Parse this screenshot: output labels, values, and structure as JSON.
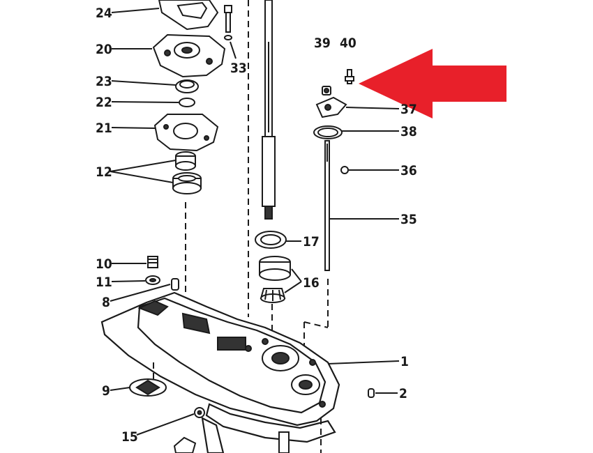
{
  "diagram": {
    "callouts": [
      {
        "id": "24",
        "label": "24"
      },
      {
        "id": "20",
        "label": "20"
      },
      {
        "id": "23",
        "label": "23"
      },
      {
        "id": "22",
        "label": "22"
      },
      {
        "id": "21",
        "label": "21"
      },
      {
        "id": "12",
        "label": "12"
      },
      {
        "id": "10",
        "label": "10"
      },
      {
        "id": "11",
        "label": "11"
      },
      {
        "id": "8",
        "label": "8"
      },
      {
        "id": "9",
        "label": "9"
      },
      {
        "id": "15",
        "label": "15"
      },
      {
        "id": "33",
        "label": "33"
      },
      {
        "id": "17",
        "label": "17"
      },
      {
        "id": "16",
        "label": "16"
      },
      {
        "id": "39",
        "label": "39"
      },
      {
        "id": "40",
        "label": "40"
      },
      {
        "id": "37",
        "label": "37"
      },
      {
        "id": "38",
        "label": "38"
      },
      {
        "id": "36",
        "label": "36"
      },
      {
        "id": "35",
        "label": "35"
      },
      {
        "id": "1",
        "label": "1"
      },
      {
        "id": "2",
        "label": "2"
      }
    ],
    "highlight_arrow": {
      "color": "#e8202a",
      "points_to": "40"
    },
    "line_color": "#1a1a1a"
  }
}
